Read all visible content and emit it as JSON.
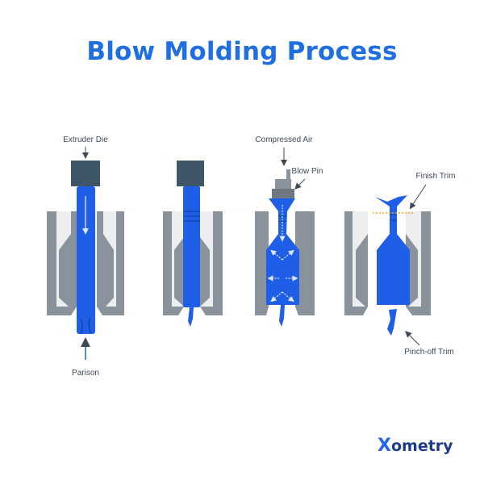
{
  "title": "Blow Molding Process",
  "labels": {
    "extruder_die": "Extruder Die",
    "parison": "Parison",
    "compressed_air": "Compressed Air",
    "blow_pin": "Blow Pin",
    "finish_trim": "Finish Trim",
    "pinch_off_trim": "Pinch-off Trim"
  },
  "logo": {
    "mark": "X",
    "rest": "ometry"
  },
  "colors": {
    "title": "#1f6fe0",
    "parison_blue": "#1f5fe8",
    "mold_gray": "#8a939b",
    "mold_cavity": "#eceef0",
    "die": "#3e5668",
    "trim_line": "#f5a623",
    "label_text": "#3d4a56"
  }
}
